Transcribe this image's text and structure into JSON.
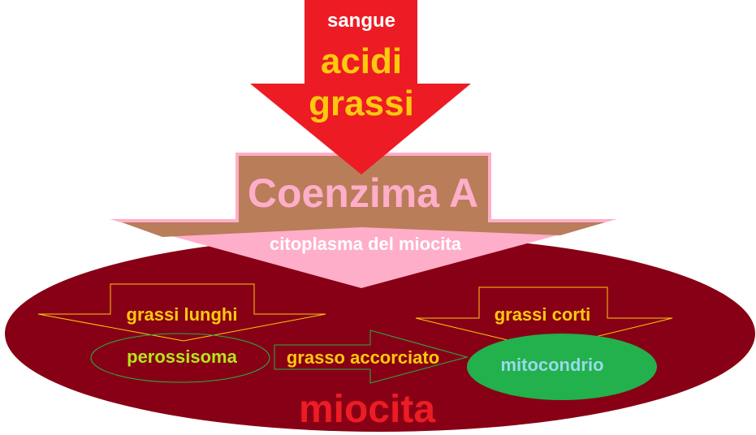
{
  "labels": {
    "sangue": "sangue",
    "acidi": "acidi",
    "grassi": "grassi",
    "coenzima": "Coenzima A",
    "citoplasma": "citoplasma del miocita",
    "grassi_lunghi": "grassi lunghi",
    "perossisoma": "perossisoma",
    "grasso_accorciato": "grasso accorciato",
    "grassi_corti": "grassi corti",
    "mitocondrio": "mitocondrio",
    "miocita": "miocita"
  },
  "colors": {
    "red_arrow": "#ed1c24",
    "brown": "#b97d5a",
    "pink": "#ffaec9",
    "cell": "#880015",
    "yellow": "#ffc90e",
    "green": "#22b14c",
    "lime": "#b5e61d",
    "lightblue": "#99d9ea"
  }
}
